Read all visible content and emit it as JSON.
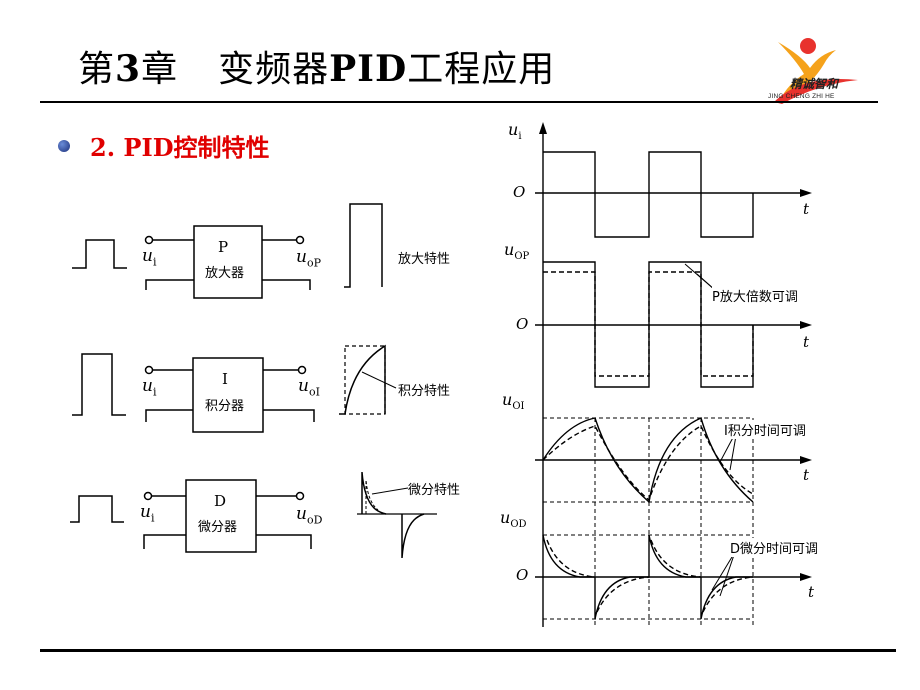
{
  "slide": {
    "title_prefix": "第",
    "title_num": "3",
    "title_chapter": "章",
    "title_main": "变频器",
    "title_bold": "PID",
    "title_rest": "工程应用",
    "logo_text": "精诚智和",
    "logo_sub": "JING CHENG ZHI HE",
    "heading_num": "2.",
    "heading_bold": "PID",
    "heading_rest": "控制特性"
  },
  "blocks": {
    "p": {
      "letter": "P",
      "name": "放大器",
      "input": "u",
      "input_sub": "i",
      "output": "u",
      "output_sub": "oP",
      "char": "放大特性"
    },
    "i": {
      "letter": "I",
      "name": "积分器",
      "input": "u",
      "input_sub": "i",
      "output": "u",
      "output_sub": "oI",
      "char": "积分特性"
    },
    "d": {
      "letter": "D",
      "name": "微分器",
      "input": "u",
      "input_sub": "i",
      "output": "u",
      "output_sub": "oD",
      "char": "微分特性"
    }
  },
  "waveforms": {
    "ui": {
      "label": "u",
      "sub": "i",
      "origin": "O",
      "t": "t"
    },
    "uop": {
      "label": "u",
      "sub": "OP",
      "origin": "O",
      "t": "t",
      "note": "P放大倍数可调"
    },
    "uoi": {
      "label": "u",
      "sub": "OI",
      "t": "t",
      "note": "I积分时间可调"
    },
    "uod": {
      "label": "u",
      "sub": "OD",
      "origin": "O",
      "t": "t",
      "note": "D微分时间可调"
    }
  }
}
